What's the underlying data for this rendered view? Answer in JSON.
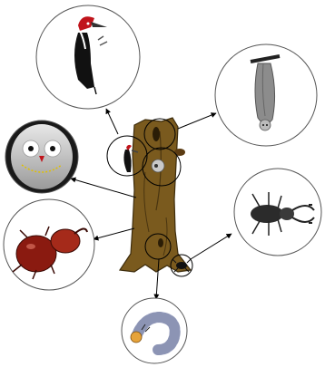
{
  "diagram": {
    "nodes": [
      {
        "id": "woodpecker",
        "icon": "woodpecker-icon",
        "color": "#c0141b"
      },
      {
        "id": "bat",
        "icon": "bat-icon",
        "color": "#8c8c8c"
      },
      {
        "id": "owl",
        "icon": "owl-icon",
        "color": "#bfbfbf"
      },
      {
        "id": "stag-beetle",
        "icon": "stag-beetle-icon",
        "color": "#2b2b2b"
      },
      {
        "id": "rhinoceros-beetle",
        "icon": "rhinoceros-beetle-icon",
        "color": "#8a1a10"
      },
      {
        "id": "larva",
        "icon": "larva-icon",
        "color": "#a9b0cf"
      },
      {
        "id": "tree-trunk",
        "icon": "tree-trunk-icon",
        "color": "#7a5a1e"
      }
    ]
  }
}
